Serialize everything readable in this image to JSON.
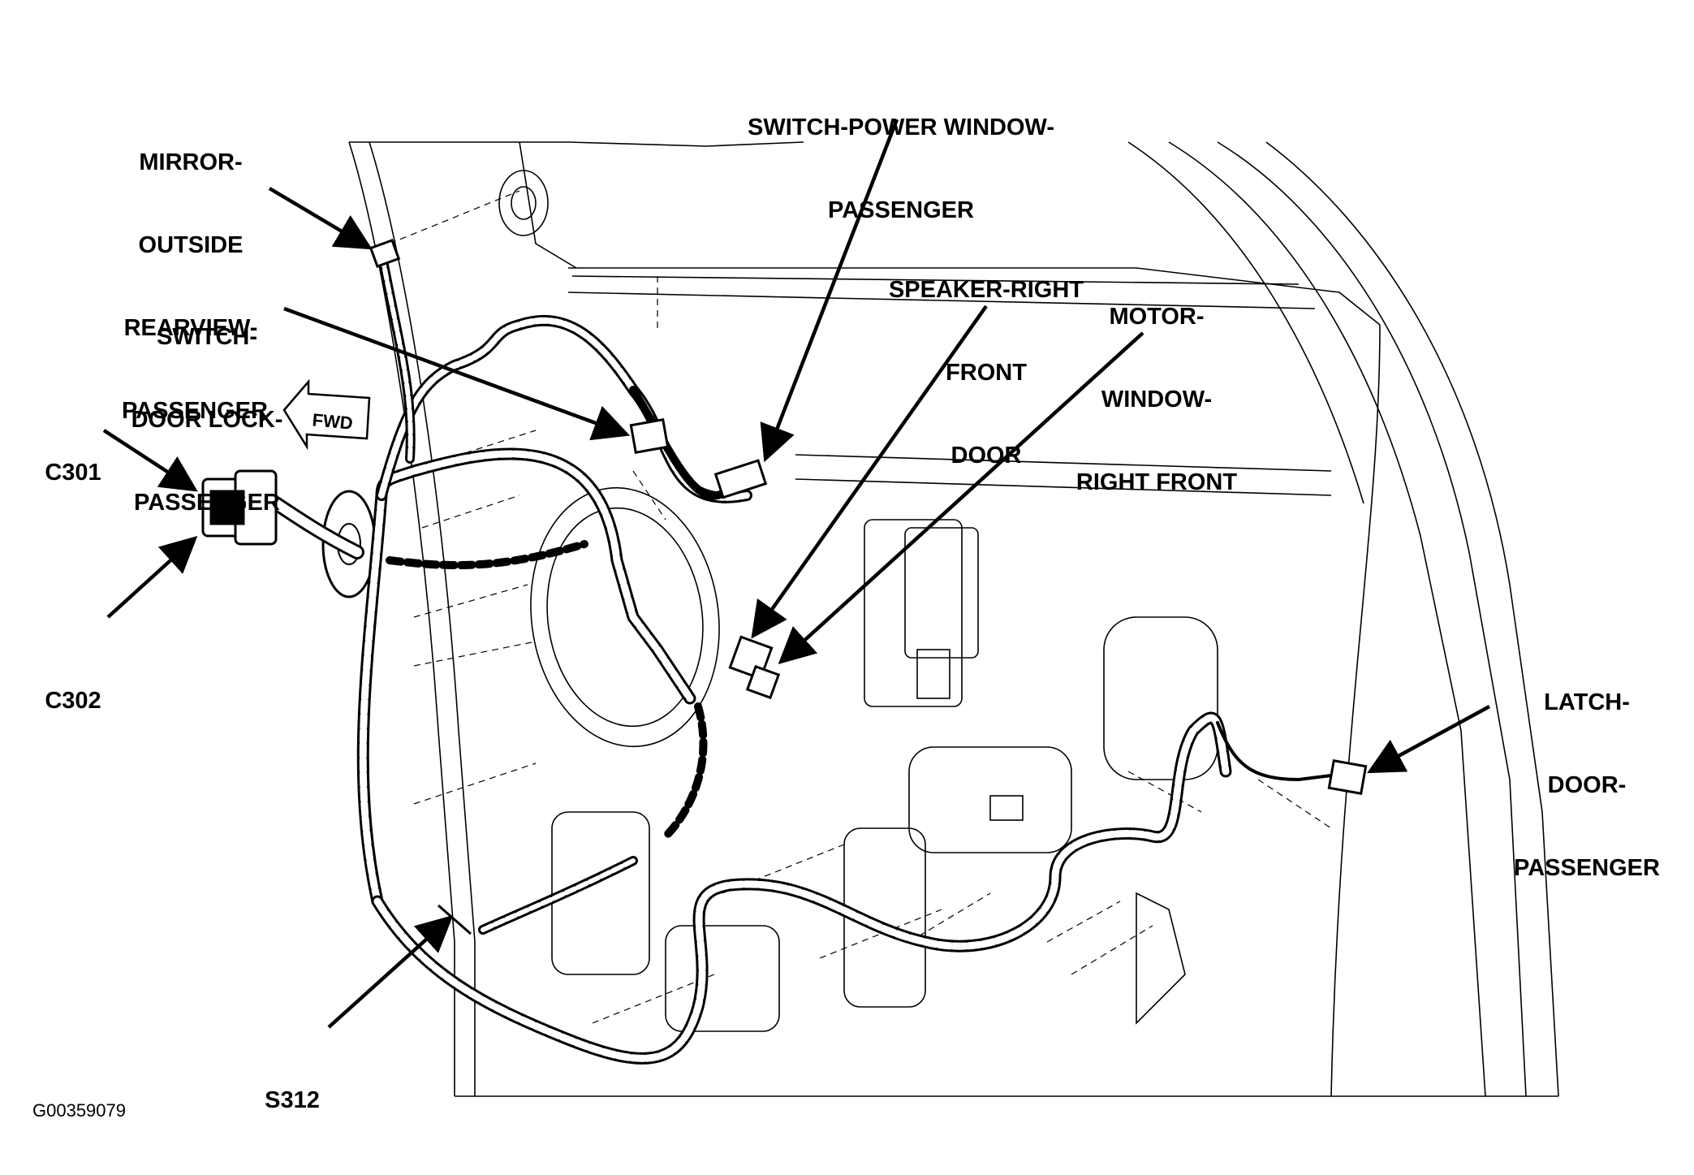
{
  "callouts": {
    "mirror": [
      "MIRROR-",
      "OUTSIDE",
      "REARVIEW-",
      "PASSENGER"
    ],
    "switch_power_window": [
      "SWITCH-POWER WINDOW-",
      "PASSENGER"
    ],
    "speaker": [
      "SPEAKER-RIGHT",
      "FRONT",
      "DOOR"
    ],
    "motor_window": [
      "MOTOR-",
      "WINDOW-",
      "RIGHT FRONT"
    ],
    "switch_door_lock": [
      "SWITCH-",
      "DOOR LOCK-",
      "PASSENGER"
    ],
    "c301": [
      "C301"
    ],
    "c302": [
      "C302"
    ],
    "latch": [
      "LATCH-",
      "DOOR-",
      "PASSENGER"
    ],
    "s312": [
      "S312"
    ]
  },
  "fwd_label": "FWD",
  "figure_id": "G00359079"
}
